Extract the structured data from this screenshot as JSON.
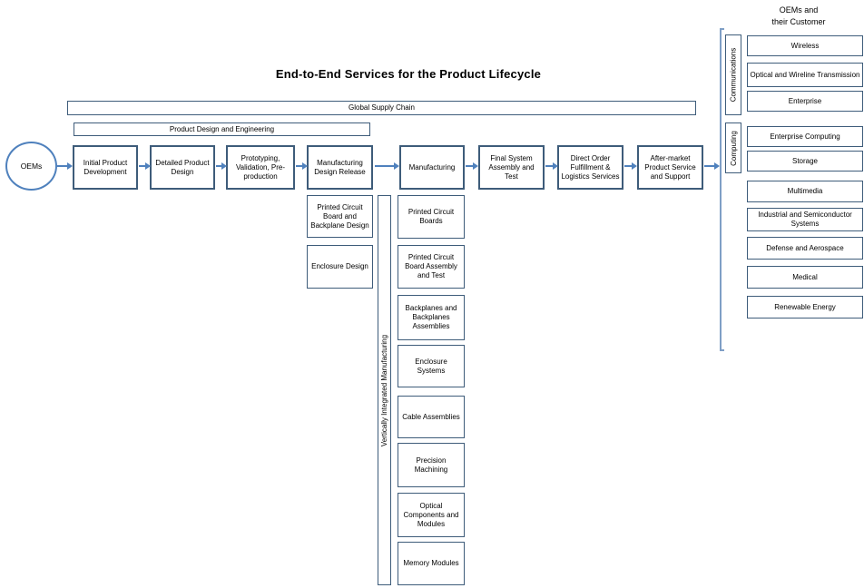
{
  "title": "End-to-End Services for the Product Lifecycle",
  "bands": {
    "global_supply_chain": "Global Supply Chain",
    "product_design_engineering": "Product Design and Engineering"
  },
  "source": {
    "label": "OEMs"
  },
  "flow_steps": [
    {
      "label": "Initial Product Development"
    },
    {
      "label": "Detailed Product Design"
    },
    {
      "label": "Prototyping, Validation, Pre-production"
    },
    {
      "label": "Manufacturing Design Release"
    },
    {
      "label": "Manufacturing"
    },
    {
      "label": "Final System Assembly and Test"
    },
    {
      "label": "Direct Order Fulfillment & Logistics Services"
    },
    {
      "label": "After-market Product Service and Support"
    }
  ],
  "design_services": [
    {
      "label": "Printed Circuit Board and Backplane Design"
    },
    {
      "label": "Enclosure Design"
    }
  ],
  "vertical_bar": {
    "label": "Vertically Integrated Manufacturing"
  },
  "manufacturing_services": [
    {
      "label": "Printed Circuit Boards"
    },
    {
      "label": "Printed Circuit Board Assembly and Test"
    },
    {
      "label": "Backplanes and Backplanes Assemblies"
    },
    {
      "label": "Enclosure Systems"
    },
    {
      "label": "Cable Assemblies"
    },
    {
      "label": "Precision Machining"
    },
    {
      "label": "Optical Components and Modules"
    },
    {
      "label": "Memory Modules"
    }
  ],
  "right_panel": {
    "header": "OEMs and\ntheir Customer",
    "groups": [
      {
        "label": "Communications"
      },
      {
        "label": "Computing"
      }
    ],
    "markets": [
      {
        "label": "Wireless"
      },
      {
        "label": "Optical and Wireline Transmission"
      },
      {
        "label": "Enterprise"
      },
      {
        "label": "Enterprise Computing"
      },
      {
        "label": "Storage"
      },
      {
        "label": "Multimedia"
      },
      {
        "label": "Industrial and Semiconductor Systems"
      },
      {
        "label": "Defense and Aerospace"
      },
      {
        "label": "Medical"
      },
      {
        "label": "Renewable Energy"
      }
    ]
  },
  "colors": {
    "box_border": "#3E5C7A",
    "arrow_blue": "#4F81BD",
    "bracket_blue": "#7F9FC6",
    "ellipse_blue": "#4F81BD"
  }
}
